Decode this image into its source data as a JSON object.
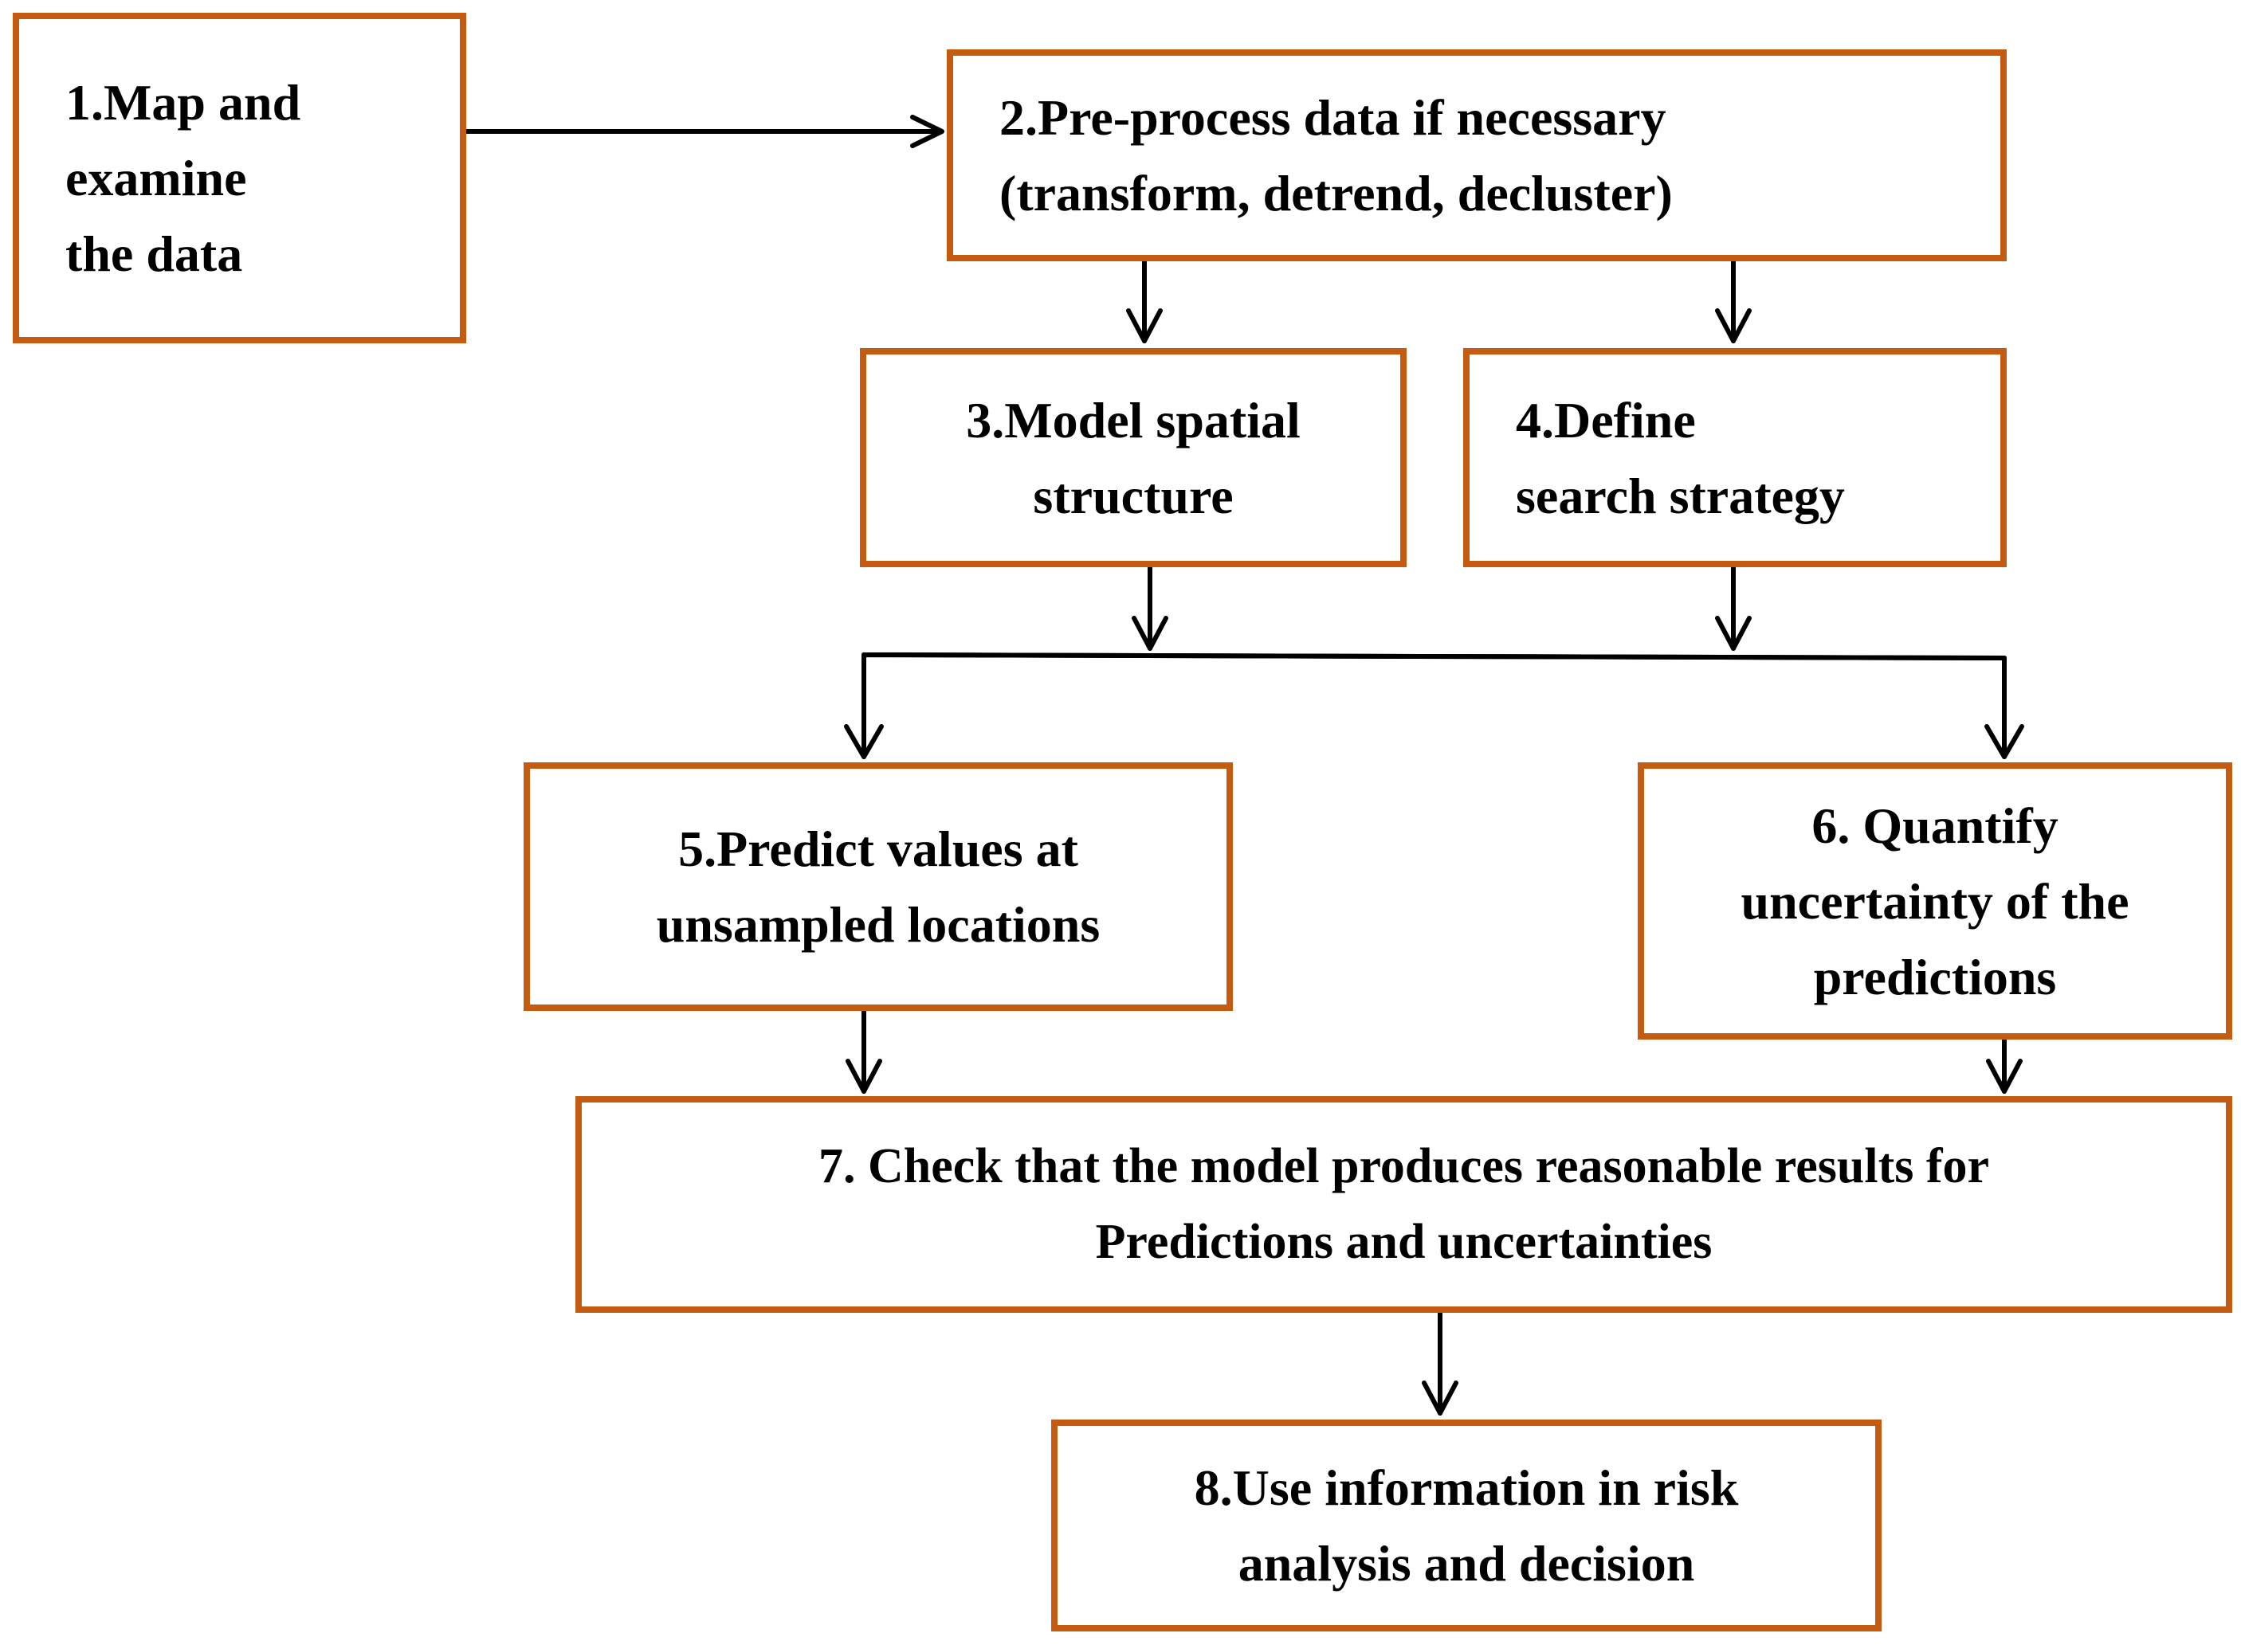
{
  "diagram": {
    "colors": {
      "box_border": "#c55a11",
      "arrow": "#000000",
      "text": "#000000",
      "background": "#ffffff"
    },
    "steps": [
      {
        "id": "step-1",
        "lines": [
          "1.Map and",
          "examine",
          "the data"
        ]
      },
      {
        "id": "step-2",
        "lines": [
          "2.Pre-process data if necessary",
          "(transform, detrend, decluster)"
        ]
      },
      {
        "id": "step-3",
        "lines": [
          "3.Model spatial",
          "structure"
        ]
      },
      {
        "id": "step-4",
        "lines": [
          "4.Define",
          "search strategy"
        ]
      },
      {
        "id": "step-5",
        "lines": [
          "5.Predict values at",
          "unsampled locations"
        ]
      },
      {
        "id": "step-6",
        "lines": [
          "6. Quantify",
          "uncertainty of the",
          "predictions"
        ]
      },
      {
        "id": "step-7",
        "lines": [
          "7. Check that the model produces reasonable results for",
          "Predictions and uncertainties"
        ]
      },
      {
        "id": "step-8",
        "lines": [
          "8.Use information in risk",
          "analysis and decision"
        ]
      }
    ],
    "connections": [
      {
        "from": "step-1",
        "to": "step-2"
      },
      {
        "from": "step-2",
        "to": "step-3"
      },
      {
        "from": "step-2",
        "to": "step-4"
      },
      {
        "from": "step-3",
        "to": "step-5"
      },
      {
        "from": "step-3",
        "to": "step-6"
      },
      {
        "from": "step-4",
        "to": "step-5"
      },
      {
        "from": "step-4",
        "to": "step-6"
      },
      {
        "from": "step-5",
        "to": "step-7"
      },
      {
        "from": "step-6",
        "to": "step-7"
      },
      {
        "from": "step-7",
        "to": "step-8"
      }
    ]
  }
}
